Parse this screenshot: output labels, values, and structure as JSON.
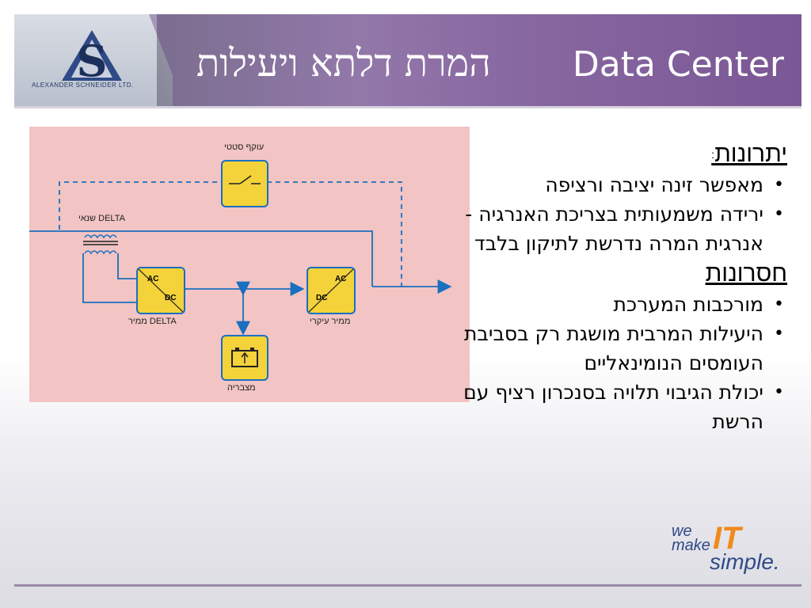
{
  "header": {
    "title_en": "Data Center",
    "title_he": "המרת דלתא ויעילות",
    "company": "ALEXANDER SCHNEIDER LTD."
  },
  "diagram": {
    "static_switch": "עוקף סטטי",
    "delta_transformer": "שנאי DELTA",
    "delta_converter": "ממיר DELTA",
    "main_converter": "ממיר עיקרי",
    "battery": "מצבריה",
    "ac": "AC",
    "dc": "DC"
  },
  "advantages": {
    "title": "יתרונות",
    "colon": ":",
    "items": [
      "מאפשר זינה יציבה ורציפה",
      "ירידה משמעותית בצריכת האנרגיה - אנרגית המרה נדרשת לתיקון בלבד"
    ]
  },
  "disadvantages": {
    "title": "חסרונות",
    "items": [
      "מורכבות המערכת",
      "היעילות המרבית מושגת רק בסביבת העומסים הנומינאליים",
      "יכולת הגיבוי תלויה בסנכרון רציף עם הרשת"
    ]
  },
  "brand": {
    "we": "we",
    "make": "make",
    "it": "IT",
    "simple": "simple."
  },
  "colors": {
    "header": "#8a6aa2",
    "diagram_bg": "#f2c4c3",
    "line_blue": "#1a6fc0",
    "box_yellow": "#f3d23a",
    "brand_orange": "#f08a1c"
  }
}
